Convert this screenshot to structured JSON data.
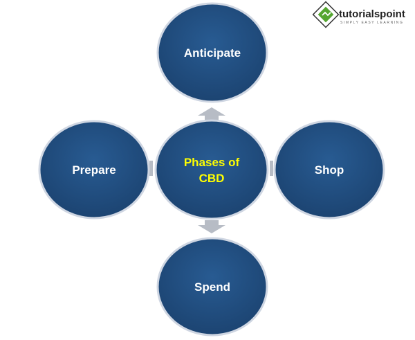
{
  "logo": {
    "name": "tutorialspoint",
    "tagline": "SIMPLY EASY LEARNING"
  },
  "diagram": {
    "center": {
      "line1": "Phases of",
      "line2": "CBD"
    },
    "nodes": {
      "top": "Anticipate",
      "left": "Prepare",
      "right": "Shop",
      "bottom": "Spend"
    }
  },
  "colors": {
    "node_fill": "#1f4a7c",
    "node_border": "#cfd6e2",
    "center_text": "#ffff00",
    "node_text": "#ffffff",
    "arrow": "#b7bcc5",
    "logo_green": "#55a630"
  }
}
